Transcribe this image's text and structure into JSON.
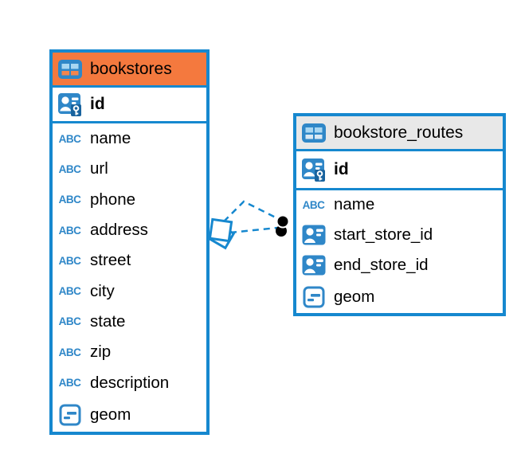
{
  "colors": {
    "accent_blue": "#1688CF",
    "icon_blue": "#2F87C8",
    "selected_header_orange": "#F4793E",
    "header_gray": "#E8E8E8",
    "relationship_dot_black": "#000000"
  },
  "icons": {
    "text_glyph": "ABC"
  },
  "tables": [
    {
      "title": "bookstores",
      "key": {
        "label": "id"
      },
      "columns": [
        {
          "label": "name"
        },
        {
          "label": "url"
        },
        {
          "label": "phone"
        },
        {
          "label": "address"
        },
        {
          "label": "street"
        },
        {
          "label": "city"
        },
        {
          "label": "state"
        },
        {
          "label": "zip"
        },
        {
          "label": "description"
        },
        {
          "label": "geom"
        }
      ]
    },
    {
      "title": "bookstore_routes",
      "key": {
        "label": "id"
      },
      "columns": [
        {
          "label": "name"
        },
        {
          "label": "start_store_id"
        },
        {
          "label": "end_store_id"
        },
        {
          "label": "geom"
        }
      ]
    }
  ],
  "relationship": {
    "from_table": "bookstores",
    "to_table": "bookstore_routes",
    "line_style": "dashed"
  }
}
